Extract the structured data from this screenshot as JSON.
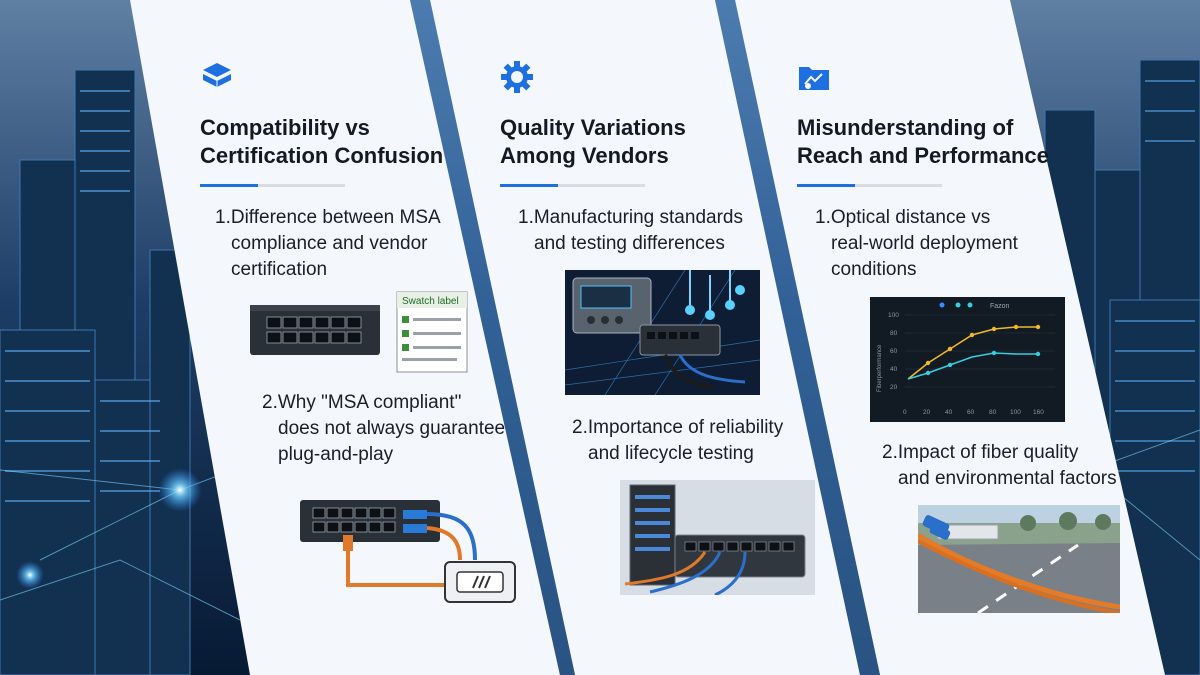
{
  "colors": {
    "accent": "#1e6fe0",
    "panel": "#f5f8fc",
    "title": "#141a22",
    "body_text": "#1a1f27",
    "background_city": "#0b2a4a"
  },
  "columns": [
    {
      "icon": "cube-icon",
      "title_line1": "Compatibility vs",
      "title_line2": "Certification Confusion",
      "point1_line1": "1.Difference between MSA",
      "point1_line2": "compliance and vendor",
      "point1_line3": "certification",
      "point2_line1": "2.Why \"MSA compliant\"",
      "point2_line2": "does not always guarantee",
      "point2_line3": "plug-and-play",
      "illustration1": "network-switch-with-label-image",
      "illustration2": "switch-with-transceiver-cables-image",
      "label_card_title": "Swatch label"
    },
    {
      "icon": "gear-icon",
      "title_line1": "Quality Variations",
      "title_line2": "Among Vendors",
      "point1_line1": "1.Manufacturing standards",
      "point1_line2": "and testing differences",
      "point2_line1": "2.Importance of reliability",
      "point2_line2": "and lifecycle testing",
      "illustration1": "testing-lab-equipment-image",
      "illustration2": "server-rack-switch-image"
    },
    {
      "icon": "folder-chart-icon",
      "title_line1": "Misunderstanding of",
      "title_line2": "Reach and Performance",
      "point1_line1": "1.Optical distance vs",
      "point1_line2": "real-world deployment",
      "point1_line3": "conditions",
      "point2_line1": "2.Impact of fiber quality",
      "point2_line2": "and environmental factors",
      "illustration1": "performance-line-chart-image",
      "illustration2": "fiber-cable-on-road-image"
    }
  ],
  "mini_chart": {
    "legend": "Fazon",
    "ylabel": "Fiberperformance",
    "x_ticks": [
      "0",
      "20",
      "40",
      "60",
      "80",
      "100",
      "160"
    ],
    "y_ticks": [
      "100",
      "80",
      "60",
      "40",
      "20"
    ]
  }
}
